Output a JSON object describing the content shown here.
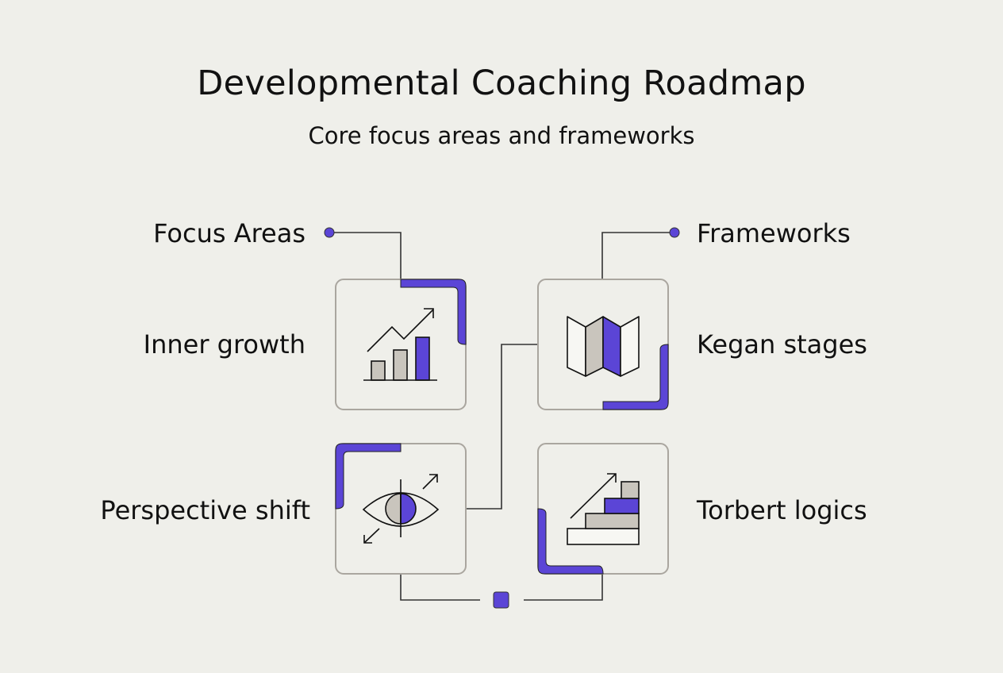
{
  "header": {
    "title": "Developmental Coaching Roadmap",
    "subtitle": "Core focus areas and frameworks"
  },
  "left_column": {
    "heading": "Focus Areas",
    "items": [
      {
        "label": "Inner growth",
        "icon": "growth-chart-icon"
      },
      {
        "label": "Perspective shift",
        "icon": "eye-icon"
      }
    ]
  },
  "right_column": {
    "heading": "Frameworks",
    "items": [
      {
        "label": "Kegan stages",
        "icon": "folded-map-icon"
      },
      {
        "label": "Torbert logics",
        "icon": "stairs-icon"
      }
    ]
  },
  "colors": {
    "accent": "#5b45d6",
    "neutral_fill": "#c9c5bd",
    "background": "#efefea",
    "line": "#333333",
    "box_border": "#aaa69f"
  }
}
